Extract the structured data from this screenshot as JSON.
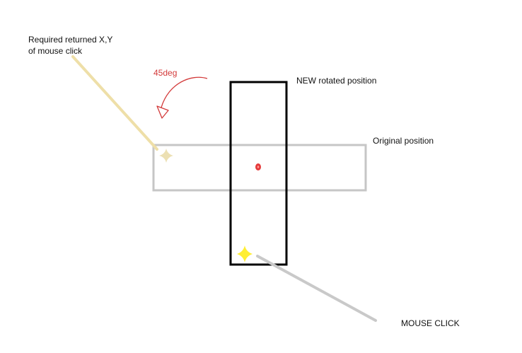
{
  "labels": {
    "required_line1": "Required returned X,Y",
    "required_line2": "of mouse click",
    "angle": "45deg",
    "new_position": "NEW rotated position",
    "original_position": "Original position",
    "mouse_click": "MOUSE CLICK"
  },
  "colors": {
    "background": "#ffffff",
    "original_rect_stroke": "#c6c6c6",
    "rotated_rect_stroke": "#000000",
    "center_dot": "#e53a3a",
    "angle_annotation": "#d33a3a",
    "required_marker": "#ece0b3",
    "required_pointer_line": "#eedfa8",
    "click_marker": "#ffee33",
    "click_pointer_line": "#c9c9c9"
  },
  "icons": {
    "required_point": "sparkle-icon",
    "click_point": "sparkle-icon",
    "rotation": "curved-arrow-icon"
  }
}
